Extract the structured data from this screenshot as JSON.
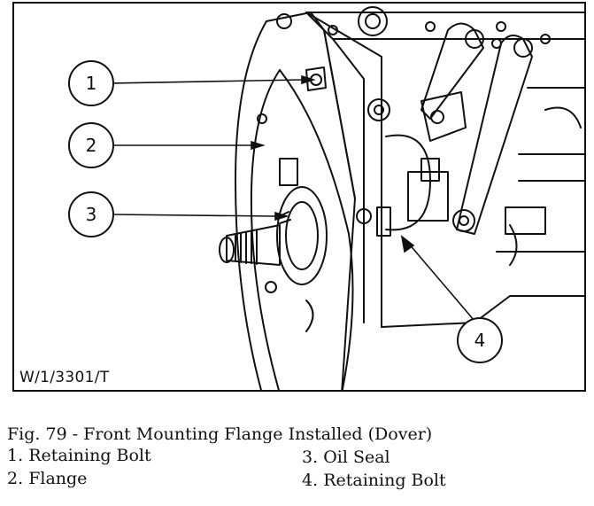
{
  "figure": {
    "drawing_ref": "W/1/3301/T",
    "callouts": [
      {
        "number": "1"
      },
      {
        "number": "2"
      },
      {
        "number": "3"
      },
      {
        "number": "4"
      }
    ]
  },
  "caption": {
    "title": "Fig. 79 - Front Mounting Flange Installed (Dover)",
    "items": [
      {
        "number": "1.",
        "label": "Retaining Bolt"
      },
      {
        "number": "2.",
        "label": "Flange"
      },
      {
        "number": "3.",
        "label": "Oil Seal"
      },
      {
        "number": "4.",
        "label": "Retaining Bolt"
      }
    ]
  }
}
